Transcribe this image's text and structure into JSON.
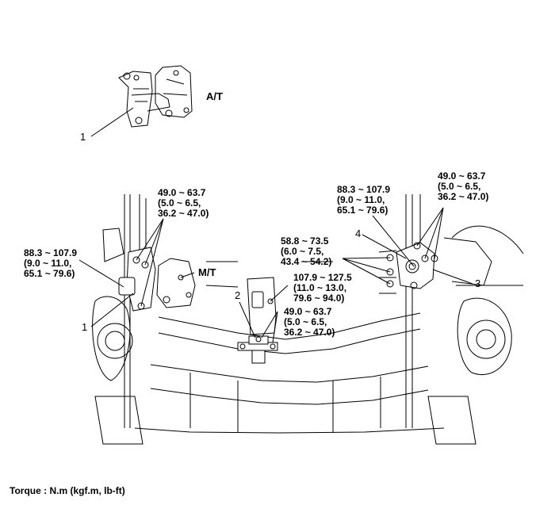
{
  "variants": {
    "at": "A/T",
    "mt": "M/T"
  },
  "callouts": {
    "c1_top": "1",
    "c1_left": "1",
    "c2": "2",
    "c3": "3",
    "c4": "4"
  },
  "torques": {
    "mt_upper": "49.0 ~ 63.7\n(5.0 ~ 6.5,\n36.2 ~ 47.0)",
    "mt_left": "88.3 ~ 107.9\n(9.0 ~ 11.0,\n65.1 ~ 79.6)",
    "center_mid": "58.8 ~ 73.5\n(6.0 ~ 7.5,\n43.4 ~ 54.2)",
    "center_side": "107.9 ~ 127.5\n(11.0 ~ 13.0,\n79.6 ~ 94.0)",
    "center_low": "49.0 ~ 63.7\n(5.0 ~ 6.5,\n36.2 ~ 47.0)",
    "right_mid": "88.3 ~ 107.9\n(9.0 ~ 11.0,\n65.1 ~ 79.6)",
    "right_top": "49.0 ~ 63.7\n(5.0 ~ 6.5,\n36.2 ~ 47.0)"
  },
  "footer": {
    "torque_unit": "Torque : N.m (kgf.m, lb-ft)"
  }
}
